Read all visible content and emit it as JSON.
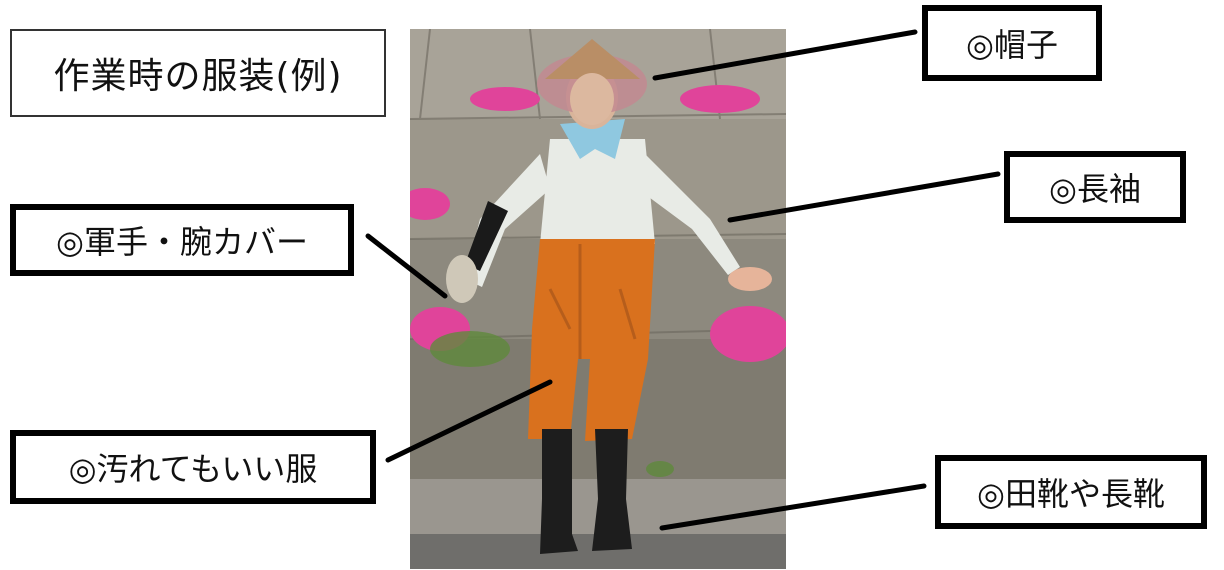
{
  "title": "作業時の服装(例)",
  "labels": {
    "hat": "◎帽子",
    "sleeves": "◎長袖",
    "gloves": "◎軍手・腕カバー",
    "clothes": "◎汚れてもいい服",
    "boots": "◎田靴や長靴"
  },
  "colors": {
    "pants": "#d9711e",
    "shirt": "#e8ebe6",
    "scarf": "#8fc8e0",
    "flowers": "#e0449a",
    "wall": "#8f8a7c"
  }
}
